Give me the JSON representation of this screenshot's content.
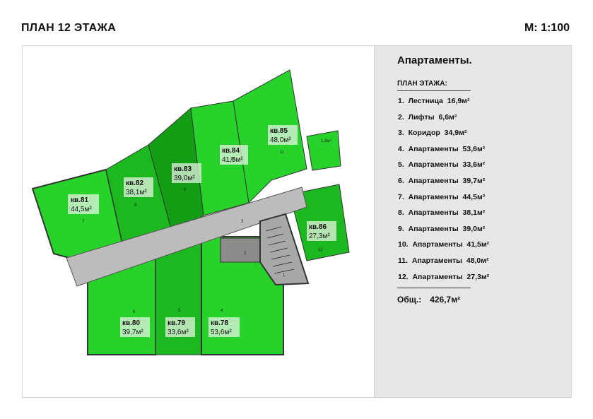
{
  "header": {
    "title": "ПЛАН  12 ЭТАЖА",
    "scale": "М: 1:100"
  },
  "panel": {
    "title": "Апартаменты.",
    "subtitle": "ПЛАН ЭТАЖА:",
    "items": [
      {
        "num": "1.",
        "name": "Лестница",
        "area": "16,9м²"
      },
      {
        "num": "2.",
        "name": "Лифты",
        "area": "6,6м²"
      },
      {
        "num": "3.",
        "name": "Коридор",
        "area": "34,9м²"
      },
      {
        "num": "4.",
        "name": "Апартаменты",
        "area": "53,6м²"
      },
      {
        "num": "5.",
        "name": "Апартаменты",
        "area": "33,6м²"
      },
      {
        "num": "6.",
        "name": "Апартаменты",
        "area": "39,7м²"
      },
      {
        "num": "7.",
        "name": "Апартаменты",
        "area": "44,5м²"
      },
      {
        "num": "8.",
        "name": "Апартаменты",
        "area": "38,1м²"
      },
      {
        "num": "9.",
        "name": "Апартаменты",
        "area": "39,0м²"
      },
      {
        "num": "10.",
        "name": "Апартаменты",
        "area": "41,5м²"
      },
      {
        "num": "11.",
        "name": "Апартаменты",
        "area": "48,0м²"
      },
      {
        "num": "12.",
        "name": "Апартаменты",
        "area": "27,3м²"
      }
    ],
    "total_label": "Общ.:",
    "total_value": "426,7м²"
  },
  "plan": {
    "colors": {
      "light": "#27d32a",
      "mid": "#1cb81f",
      "dark": "#129d15",
      "corridor": "#bcbcbc",
      "wall": "#333333"
    },
    "apartments": [
      {
        "id": "81",
        "title": "кв.81",
        "area": "44,5м²",
        "num": "7"
      },
      {
        "id": "82",
        "title": "кв.82",
        "area": "38,1м²",
        "num": "8"
      },
      {
        "id": "83",
        "title": "кв.83",
        "area": "39,0м²",
        "num": "9"
      },
      {
        "id": "84",
        "title": "кв.84",
        "area": "41,5м²",
        "num": "10"
      },
      {
        "id": "85",
        "title": "кв.85",
        "area": "48,0м²",
        "num": "11"
      },
      {
        "id": "86",
        "title": "кв.86",
        "area": "27,3м²",
        "num": "12"
      },
      {
        "id": "80",
        "title": "кв.80",
        "area": "39,7м²",
        "num": "6"
      },
      {
        "id": "79",
        "title": "кв.79",
        "area": "33,6м²",
        "num": "5"
      },
      {
        "id": "78",
        "title": "кв.78",
        "area": "53,6м²",
        "num": "4"
      }
    ],
    "markers": {
      "corridor": "3",
      "lifts": "2",
      "stairs": "1",
      "balcony": "1,3м²"
    }
  }
}
